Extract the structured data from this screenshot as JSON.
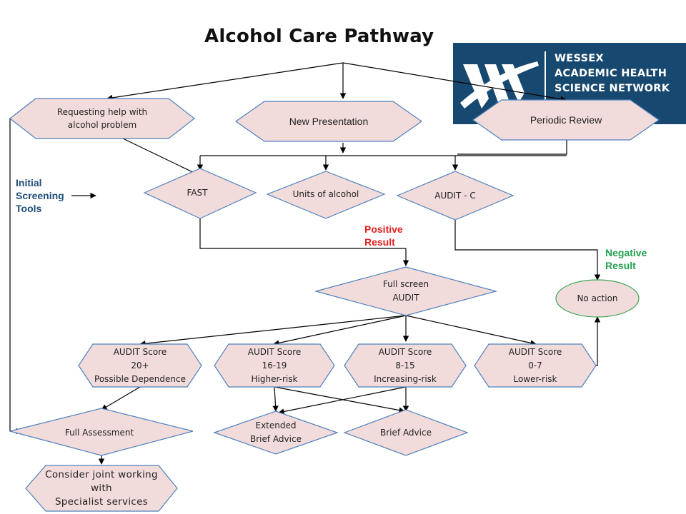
{
  "title": "Alcohol Care Pathway",
  "logo": {
    "lines": "WESSEX\nACADEMIC HEALTH\nSCIENCE NETWORK",
    "color": "#17486f"
  },
  "nodes": {
    "requesting_help": "Requesting help with\nalcohol problem",
    "new_presentation": "New Presentation",
    "periodic_review": "Periodic Review",
    "fast": "FAST",
    "units_of_alcohol": "Units of alcohol",
    "audit_c": "AUDIT - C",
    "full_screen_audit": "Full screen\nAUDIT",
    "no_action": "No action",
    "audit_20": "AUDIT Score\n20+\nPossible Dependence",
    "audit_16": "AUDIT Score\n16-19\nHigher-risk",
    "audit_8": "AUDIT Score\n8-15\nIncreasing-risk",
    "audit_0": "AUDIT Score\n0-7\nLower-risk",
    "full_assessment": "Full Assessment",
    "extended_brief_advice": "Extended\nBrief Advice",
    "brief_advice": "Brief Advice",
    "consider_joint": "Consider joint working\nwith\nSpecialist services"
  },
  "labels": {
    "initial_screening": "Initial\nScreening\nTools",
    "positive_result": "Positive\nResult",
    "negative_result": "Negative\nResult"
  },
  "colors": {
    "node_fill": "#f2dcdb",
    "node_stroke": "#4f81bd",
    "no_action_stroke": "#3aa655",
    "positive": "#e02020",
    "negative": "#22a050",
    "initial": "#1f4e79"
  }
}
